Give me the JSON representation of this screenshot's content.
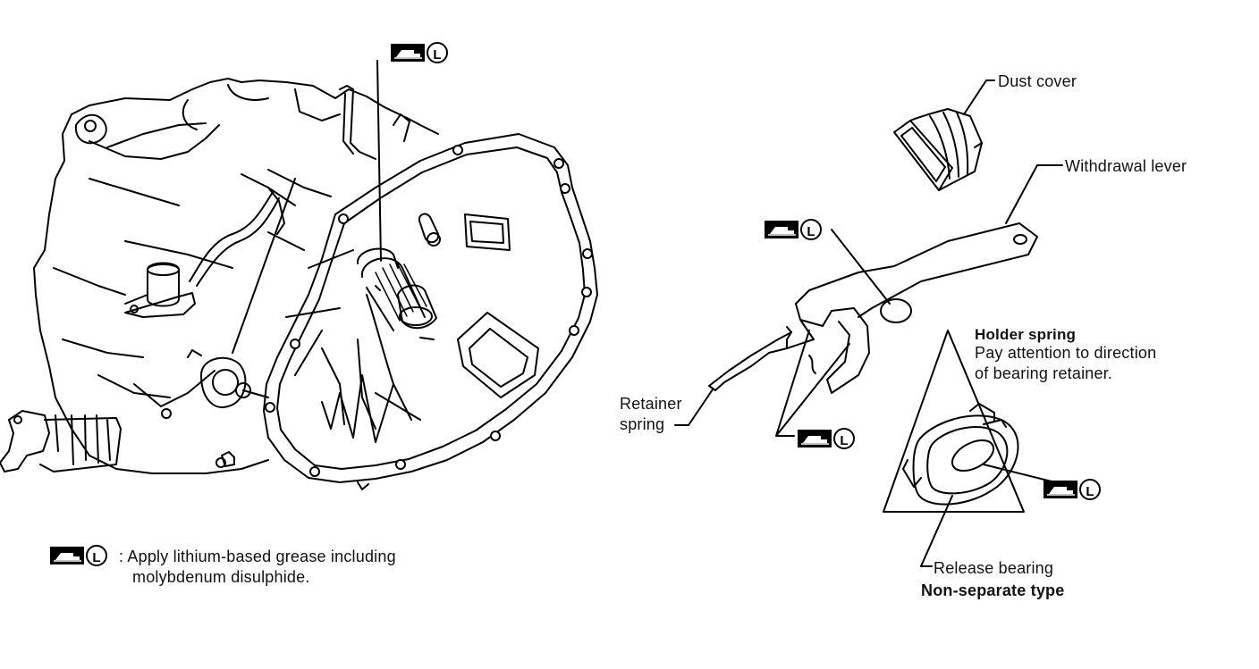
{
  "labels": {
    "dust_cover": "Dust cover",
    "withdrawal_lever": "Withdrawal lever",
    "holder_spring": "Holder spring",
    "pay_attention_line1": "Pay attention to direction",
    "pay_attention_line2": "of bearing retainer.",
    "retainer_spring_line1": "Retainer",
    "retainer_spring_line2": "spring",
    "release_bearing": "Release bearing",
    "non_separate_type": "Non-separate type"
  },
  "legend": {
    "symbol_letter": "L",
    "text_line1": ": Apply lithium-based grease including",
    "text_line2": "molybdenum disulphide."
  },
  "grease_symbol": {
    "icon": "grease-application-icon",
    "letter": "L"
  }
}
